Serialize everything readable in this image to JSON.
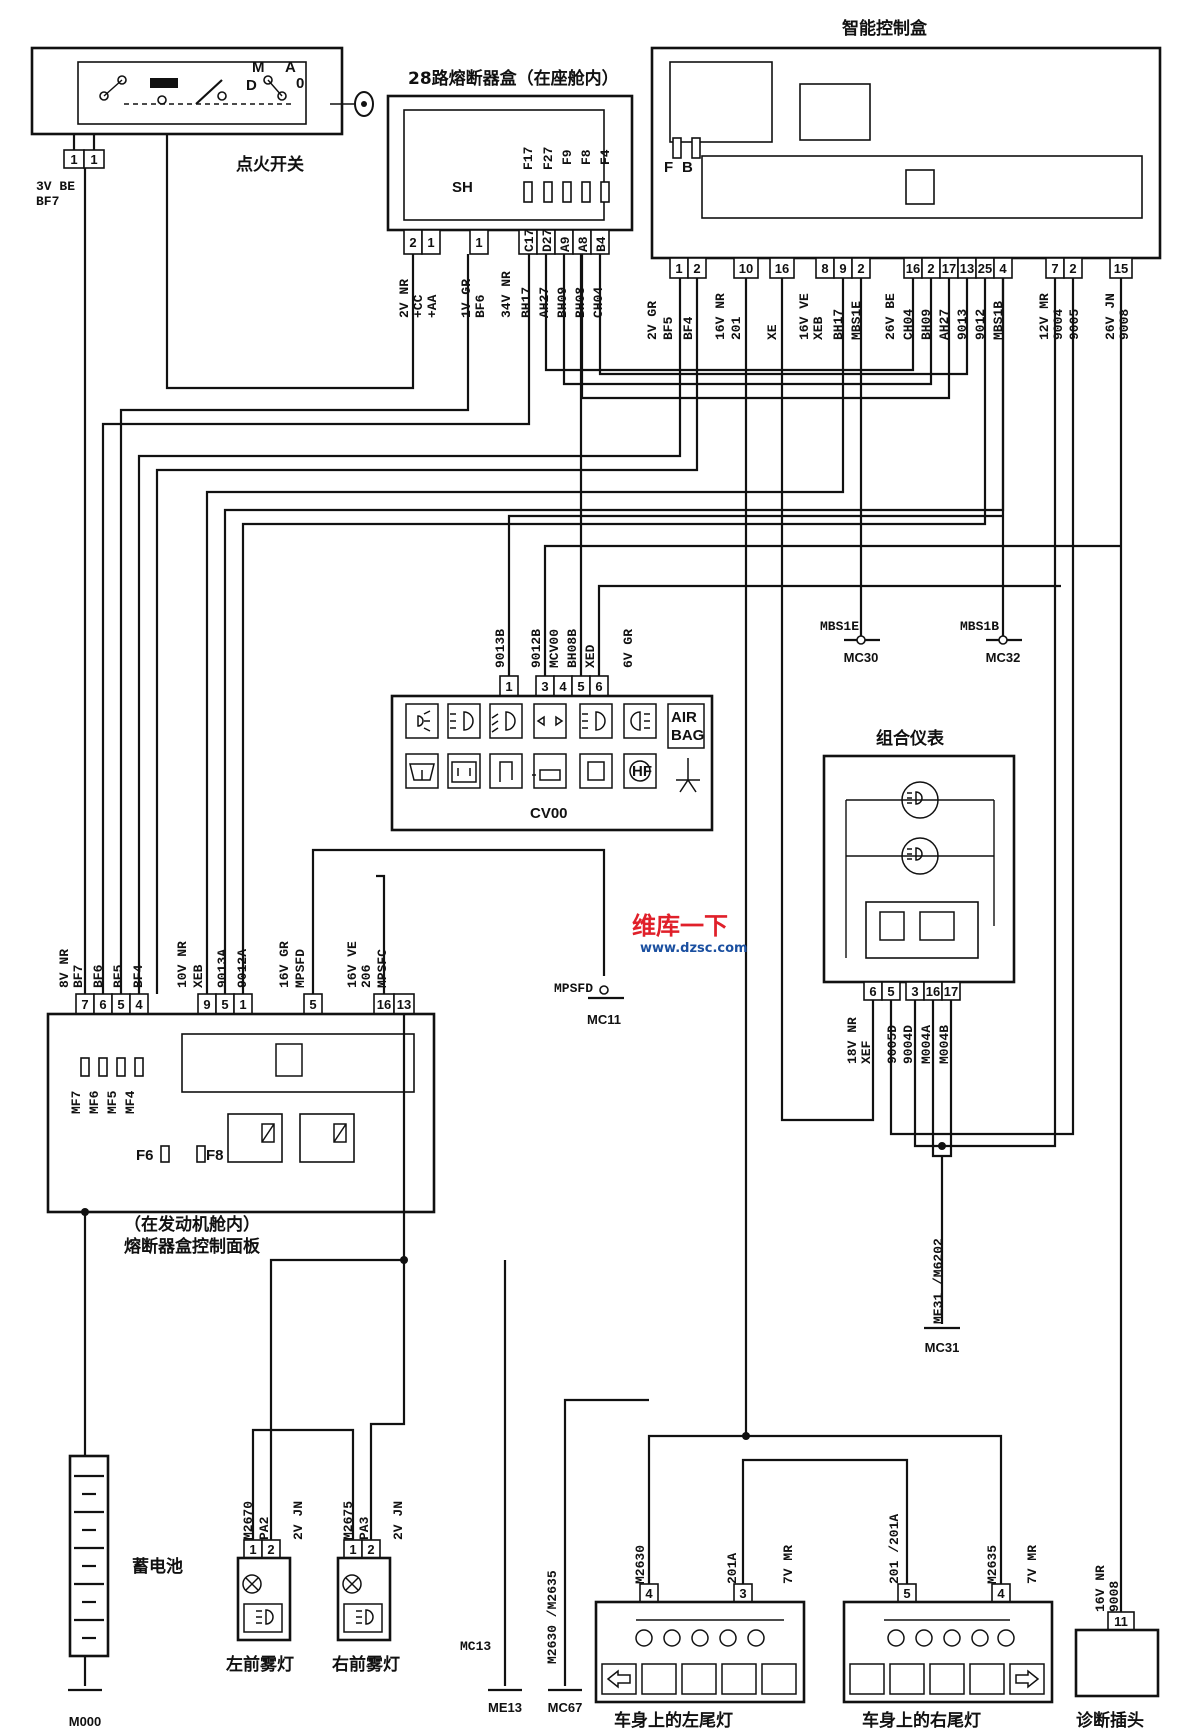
{
  "components": {
    "ignition_switch": {
      "title": "点火开关",
      "pins": [
        "1",
        "1"
      ],
      "contacts": [
        "M",
        "A",
        "D",
        "0"
      ],
      "wire": [
        "3V BE",
        "BF7"
      ]
    },
    "fuse_box_28": {
      "title": "28路熔断器盒（在座舱内）",
      "sh": "SH",
      "fuses": [
        "F17",
        "F27",
        "F9",
        "F8",
        "F4"
      ],
      "pins": [
        "2",
        "1",
        "1",
        "C17",
        "D27",
        "A9",
        "A8",
        "B4"
      ],
      "wires": [
        "2V NR",
        "+CC",
        "+AA",
        "1V GR",
        "BF6",
        "34V NR",
        "BH17",
        "AH27",
        "BH09",
        "BH08",
        "CH04"
      ]
    },
    "smart_box": {
      "title": "智能控制盒",
      "fuse_labels": [
        "F",
        "B"
      ],
      "pins": [
        "1",
        "2",
        "10",
        "16",
        "8",
        "9",
        "2",
        "16",
        "2",
        "17",
        "13",
        "25",
        "4",
        "7",
        "2",
        "15"
      ],
      "wires": [
        "2V GR",
        "BF5",
        "BF4",
        "16V NR",
        "201",
        "XE",
        "16V VE",
        "XEB",
        "BH17",
        "MBS1E",
        "26V BE",
        "CH04",
        "BH09",
        "AH27",
        "9013",
        "9012",
        "MBS1B",
        "12V MR",
        "9004",
        "9005",
        "26V JN",
        "9008"
      ]
    },
    "cv00": {
      "title": "CV00",
      "pins": [
        "1",
        "3",
        "4",
        "5",
        "6"
      ],
      "wires": [
        "9013B",
        "9012B",
        "MCV00",
        "BH08B",
        "XED",
        "6V GR"
      ],
      "airbag": [
        "AIR",
        "BAG"
      ],
      "hf": "HF"
    },
    "cluster": {
      "title": "组合仪表",
      "pins": [
        "6",
        "5",
        "3",
        "16",
        "17"
      ],
      "wires": [
        "18V NR",
        "XEF",
        "9005D",
        "9004D",
        "M004A",
        "M004B"
      ]
    },
    "engine_fuse_box": {
      "caption1": "（在发动机舱内）",
      "caption2": "熔断器盒控制面板",
      "pins": [
        "7",
        "6",
        "5",
        "4",
        "9",
        "5",
        "1",
        "5",
        "16",
        "13"
      ],
      "wires": [
        "8V NR",
        "BF7",
        "BF6",
        "BF5",
        "BF4",
        "10V NR",
        "XEB",
        "9013A",
        "9012A",
        "16V GR",
        "MPSFD",
        "16V VE",
        "206",
        "MPSFC"
      ],
      "fuses": [
        "MF7",
        "MF6",
        "MF5",
        "MF4"
      ],
      "inner_fuses": [
        "F6",
        "F8"
      ]
    },
    "battery": {
      "title": "蓄电池"
    },
    "left_fog": {
      "title": "左前雾灯",
      "pins": [
        "1",
        "2"
      ],
      "wires": [
        "M2670",
        "PA2",
        "2V JN"
      ]
    },
    "right_fog": {
      "title": "右前雾灯",
      "pins": [
        "1",
        "2"
      ],
      "wires": [
        "M2675",
        "PA3",
        "2V JN"
      ]
    },
    "left_tail": {
      "title": "车身上的左尾灯",
      "pins": [
        "4",
        "3"
      ],
      "wires": [
        "M2630",
        "201A",
        "7V MR"
      ]
    },
    "right_tail": {
      "title": "车身上的右尾灯",
      "pins": [
        "5",
        "4"
      ],
      "wires": [
        "201 /201A",
        "M2635",
        "7V MR"
      ]
    },
    "diag": {
      "title": "诊断插头",
      "pins": [
        "11"
      ],
      "wires": [
        "16V NR",
        "9008"
      ]
    }
  },
  "grounds": {
    "mc30": {
      "wire": "MBS1E",
      "name": "MC30"
    },
    "mc32": {
      "wire": "MBS1B",
      "name": "MC32"
    },
    "mc11": {
      "wire": "MPSFD",
      "name": "MC11"
    },
    "mc31": {
      "wire": "ME31 /M6202",
      "name": "MC31"
    },
    "me13": {
      "wire": "MC13",
      "name": "ME13"
    },
    "mc67": {
      "wire": "M2630 /M2635",
      "name": "MC67"
    },
    "m000": {
      "name": "M000"
    }
  },
  "watermark": {
    "line1": "维库一下",
    "line2": "www.dzsc.com"
  }
}
